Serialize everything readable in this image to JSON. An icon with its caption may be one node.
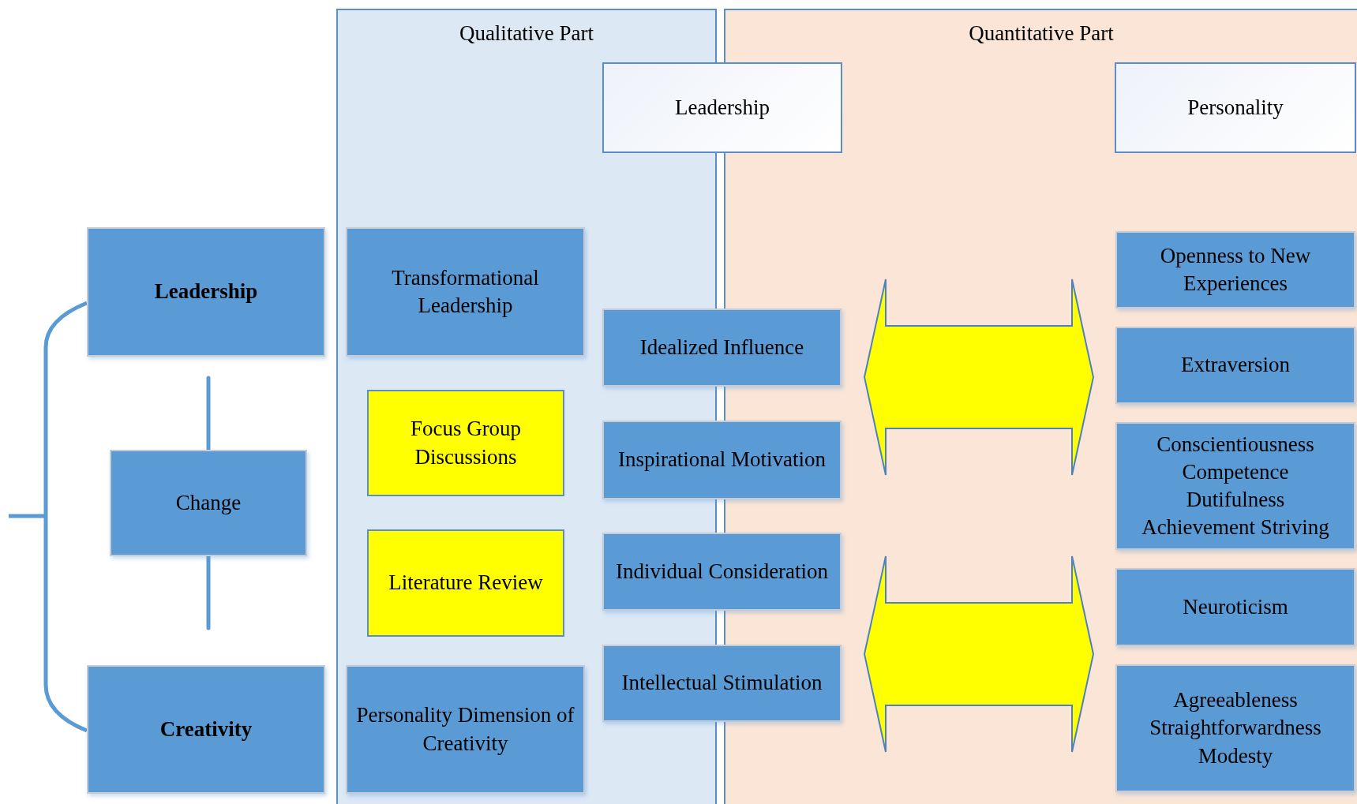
{
  "diagram": {
    "nodes": [
      {
        "text": [
          "Qualitative Part"
        ]
      },
      {
        "text": [
          "Quantitative Part"
        ]
      },
      {
        "text": [
          "Leadership"
        ]
      },
      {
        "text": [
          "Personality"
        ],
        "in": 1
      },
      {
        "text": [
          "Leadership"
        ]
      },
      {
        "text": [
          "Change"
        ]
      },
      {
        "text": [
          "Creativity"
        ]
      },
      {
        "text": [
          "Transformational Leadership"
        ],
        "in": 0
      },
      {
        "text": [
          "Focus Group Discussions"
        ],
        "in": 0
      },
      {
        "text": [
          "Literature Review"
        ],
        "in": 0
      },
      {
        "text": [
          "Personality Dimension of Creativity"
        ],
        "in": 0
      },
      {
        "text": [
          "Idealized Influence"
        ]
      },
      {
        "text": [
          "Inspirational Motivation"
        ]
      },
      {
        "text": [
          "Individual Consideration"
        ]
      },
      {
        "text": [
          "Intellectual Stimulation"
        ]
      },
      {
        "text": [],
        "shape": "arrow",
        "in": 1
      },
      {
        "text": [
          "Openness to New Experiences"
        ],
        "in": 1
      },
      {
        "text": [
          "Extraversion"
        ],
        "in": 1
      },
      {
        "text": [
          "Conscientiousness",
          "Competence",
          "Dutifulness",
          "Achievement Striving"
        ],
        "in": 1
      },
      {
        "text": [
          "Neuroticism"
        ],
        "in": 1
      },
      {
        "text": [],
        "shape": "arrow",
        "in": 1
      },
      {
        "text": [
          "Agreeableness",
          "Straightforwardness",
          "Modesty"
        ],
        "in": 1
      }
    ],
    "edges": [
      {
        "from": 5,
        "to": null,
        "arrow": "none"
      },
      {
        "from": 5,
        "to": null,
        "arrow": "none"
      }
    ]
  }
}
